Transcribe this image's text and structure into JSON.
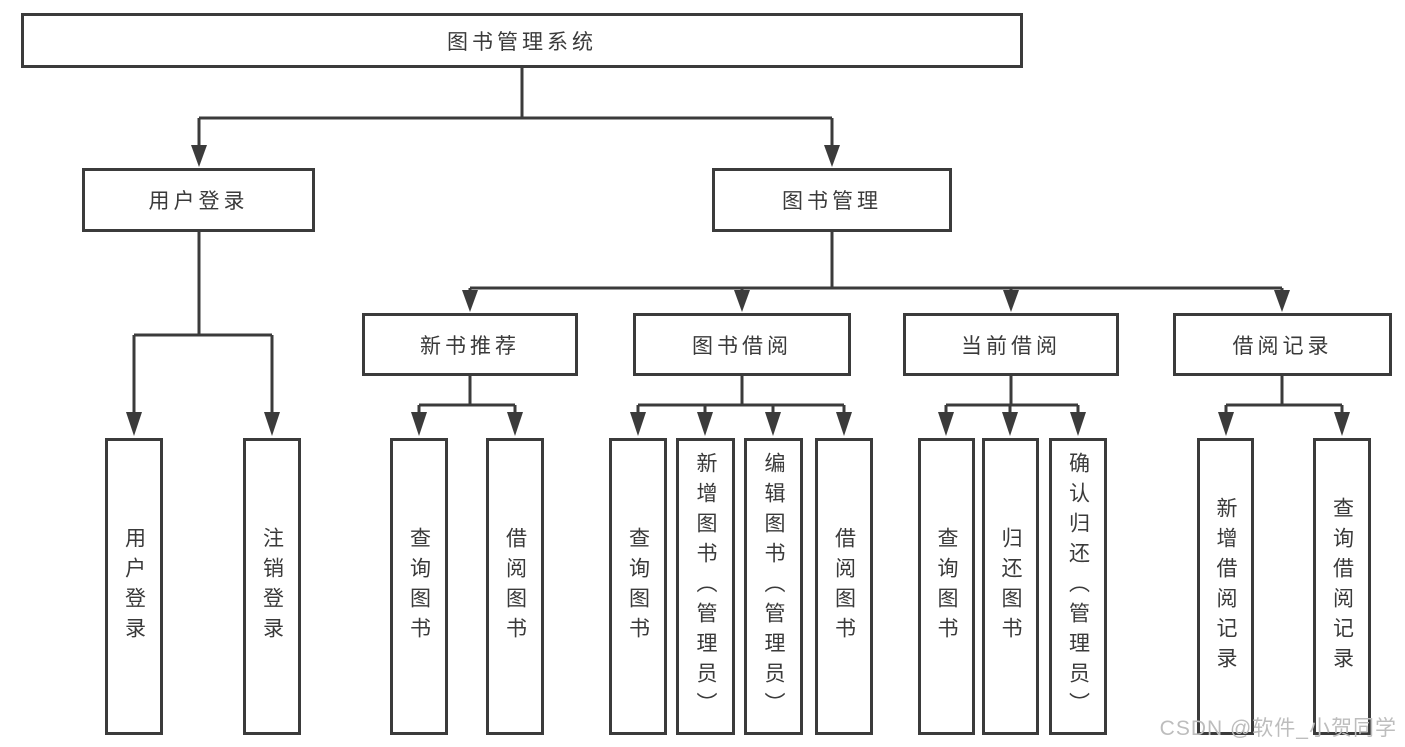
{
  "diagram": {
    "root": {
      "label": "图书管理系统"
    },
    "level2": [
      {
        "label": "用户登录"
      },
      {
        "label": "图书管理"
      }
    ],
    "level3": [
      {
        "label": "新书推荐"
      },
      {
        "label": "图书借阅"
      },
      {
        "label": "当前借阅"
      },
      {
        "label": "借阅记录"
      }
    ],
    "leaves": {
      "user_login": [
        {
          "label": "用户登录"
        },
        {
          "label": "注销登录"
        }
      ],
      "new_book": [
        {
          "label": "查询图书"
        },
        {
          "label": "借阅图书"
        }
      ],
      "book_borrow": [
        {
          "label": "查询图书"
        },
        {
          "label": "新增图书（管理员）"
        },
        {
          "label": "编辑图书（管理员）"
        },
        {
          "label": "借阅图书"
        }
      ],
      "current_borrow": [
        {
          "label": "查询图书"
        },
        {
          "label": "归还图书"
        },
        {
          "label": "确认归还（管理员）"
        }
      ],
      "borrow_records": [
        {
          "label": "新增借阅记录"
        },
        {
          "label": "查询借阅记录"
        }
      ]
    }
  },
  "watermark": {
    "text": "CSDN @软件_小贺同学"
  },
  "colors": {
    "line": "#3b3b3b",
    "text": "#3a3a3a",
    "watermark": "#bdbdbd",
    "background": "#ffffff"
  }
}
